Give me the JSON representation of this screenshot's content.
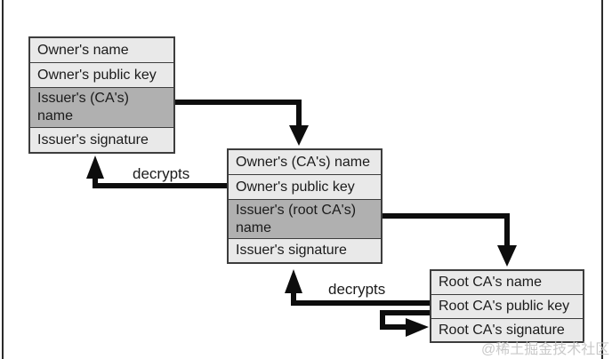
{
  "diagram_title": "certificate-chain-of-trust",
  "certificates": {
    "owner": {
      "rows": [
        {
          "label": "Owner's name",
          "highlighted": false
        },
        {
          "label": "Owner's public key",
          "highlighted": false
        },
        {
          "label": "Issuer's (CA's) name",
          "highlighted": true
        },
        {
          "label": "Issuer's signature",
          "highlighted": false
        }
      ]
    },
    "intermediate_ca": {
      "rows": [
        {
          "label": "Owner's (CA's) name",
          "highlighted": false
        },
        {
          "label": "Owner's public key",
          "highlighted": false
        },
        {
          "label": "Issuer's (root CA's) name",
          "highlighted": true
        },
        {
          "label": "Issuer's signature",
          "highlighted": false
        }
      ]
    },
    "root_ca": {
      "rows": [
        {
          "label": "Root CA's name",
          "highlighted": false
        },
        {
          "label": "Root CA's public key",
          "highlighted": false
        },
        {
          "label": "Root CA's signature",
          "highlighted": false
        }
      ]
    }
  },
  "arrow_labels": {
    "decrypts_upper": "decrypts",
    "decrypts_lower": "decrypts"
  },
  "watermark": "@稀土掘金技术社区",
  "colors": {
    "background": "#ffffff",
    "row_light": "#e9e9e9",
    "row_highlight": "#b0b0b0",
    "box_border": "#3d3d3d",
    "arrow": "#0d0d0d",
    "page_rule": "#2b2b2b",
    "watermark": "#c3c3c3"
  }
}
